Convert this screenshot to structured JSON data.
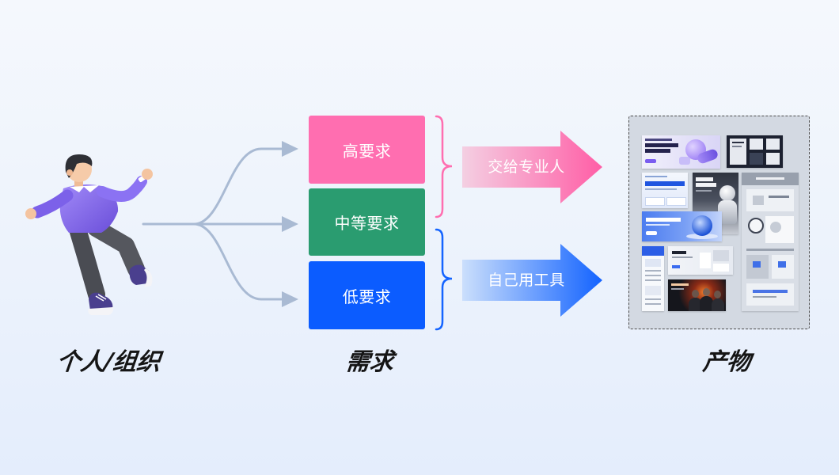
{
  "labels": {
    "source": "个人/组织",
    "demand": "需求",
    "output": "产物"
  },
  "requirements": [
    {
      "label": "高要求",
      "color": "#ff6eb0"
    },
    {
      "label": "中等要求",
      "color": "#2a9c70"
    },
    {
      "label": "低要求",
      "color": "#0b5cff"
    }
  ],
  "outcomes": [
    {
      "label": "交给专业人",
      "gradient_from": "#f4cfe2",
      "gradient_to": "#ff5ea6",
      "brace_color": "#ff6eb0"
    },
    {
      "label": "自己用工具",
      "gradient_from": "#cbdffc",
      "gradient_to": "#1363ff",
      "brace_color": "#1464ff"
    }
  ],
  "colors": {
    "connector": "#a9bad3",
    "collage_background": "#d3d9e2",
    "label_text": "#151515"
  },
  "icons": {
    "source": "person-illustration",
    "output": "product-screenshots-collage",
    "connector_tip": "arrowhead-icon"
  }
}
